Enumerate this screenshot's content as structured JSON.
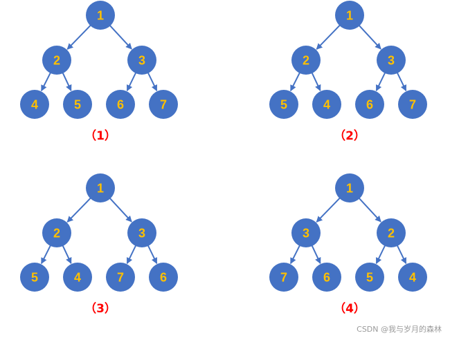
{
  "colors": {
    "node_fill": "#4472C4",
    "node_text": "#FFC000",
    "edge": "#4472C4",
    "caption": "#FF0000",
    "watermark": "#9A9A9A"
  },
  "trees": [
    {
      "caption": "（1）",
      "nodes": [
        {
          "id": "root",
          "label": "1"
        },
        {
          "id": "l",
          "label": "2"
        },
        {
          "id": "r",
          "label": "3"
        },
        {
          "id": "ll",
          "label": "4"
        },
        {
          "id": "lr",
          "label": "5"
        },
        {
          "id": "rl",
          "label": "6"
        },
        {
          "id": "rr",
          "label": "7"
        }
      ]
    },
    {
      "caption": "（2）",
      "nodes": [
        {
          "id": "root",
          "label": "1"
        },
        {
          "id": "l",
          "label": "2"
        },
        {
          "id": "r",
          "label": "3"
        },
        {
          "id": "ll",
          "label": "5"
        },
        {
          "id": "lr",
          "label": "4"
        },
        {
          "id": "rl",
          "label": "6"
        },
        {
          "id": "rr",
          "label": "7"
        }
      ]
    },
    {
      "caption": "（3）",
      "nodes": [
        {
          "id": "root",
          "label": "1"
        },
        {
          "id": "l",
          "label": "2"
        },
        {
          "id": "r",
          "label": "3"
        },
        {
          "id": "ll",
          "label": "5"
        },
        {
          "id": "lr",
          "label": "4"
        },
        {
          "id": "rl",
          "label": "7"
        },
        {
          "id": "rr",
          "label": "6"
        }
      ]
    },
    {
      "caption": "（4）",
      "nodes": [
        {
          "id": "root",
          "label": "1"
        },
        {
          "id": "l",
          "label": "3"
        },
        {
          "id": "r",
          "label": "2"
        },
        {
          "id": "ll",
          "label": "7"
        },
        {
          "id": "lr",
          "label": "6"
        },
        {
          "id": "rl",
          "label": "5"
        },
        {
          "id": "rr",
          "label": "4"
        }
      ]
    }
  ],
  "edges": [
    {
      "from": "root",
      "to": "l"
    },
    {
      "from": "root",
      "to": "r"
    },
    {
      "from": "l",
      "to": "ll"
    },
    {
      "from": "l",
      "to": "lr"
    },
    {
      "from": "r",
      "to": "rl"
    },
    {
      "from": "r",
      "to": "rr"
    }
  ],
  "watermark": "CSDN @我与岁月的森林"
}
